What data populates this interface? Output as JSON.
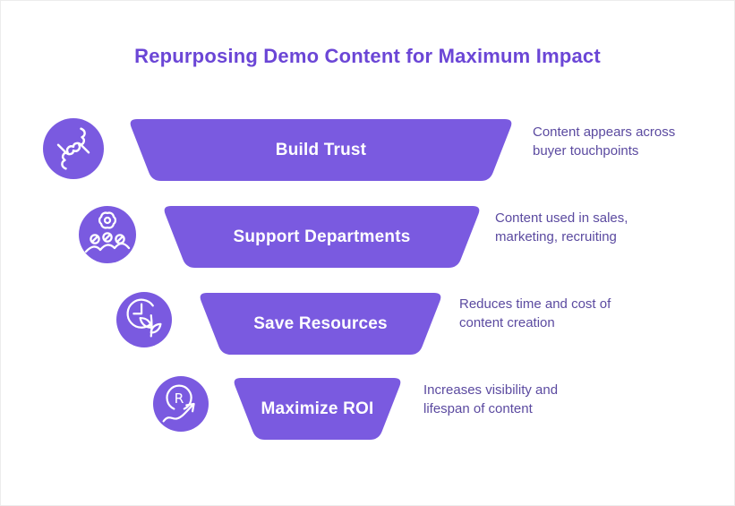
{
  "title": "Repurposing Demo Content for Maximum Impact",
  "colors": {
    "accent": "#7a5ae0",
    "title_text": "#6b46d6",
    "description_text": "#5b4aa0",
    "label_text": "#ffffff",
    "background": "#ffffff"
  },
  "rows": [
    {
      "label": "Build Trust",
      "description": "Content appears across buyer touchpoints",
      "icon": "handshake-icon"
    },
    {
      "label": "Support Departments",
      "description": "Content used in sales, marketing, recruiting",
      "icon": "gear-team-icon"
    },
    {
      "label": "Save Resources",
      "description": "Reduces time and cost of content creation",
      "icon": "clock-sprout-icon"
    },
    {
      "label": "Maximize ROI",
      "description": "Increases visibility and lifespan of content",
      "icon": "roi-arrow-icon"
    }
  ]
}
